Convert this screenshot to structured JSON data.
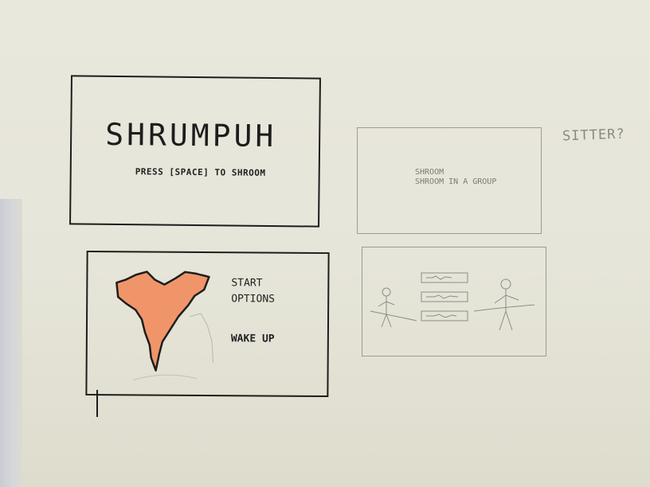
{
  "title_screen": {
    "game_title": "SHRUMPUH",
    "prompt": "PRESS [SPACE] TO SHROOM"
  },
  "main_menu": {
    "items": [
      {
        "label": "START"
      },
      {
        "label": "OPTIONS"
      },
      {
        "label": "WAKE UP"
      }
    ],
    "heart_color": "#f0956a"
  },
  "mode_select": {
    "items": [
      {
        "label": "SHROOM"
      },
      {
        "label": "SHROOM IN A GROUP"
      }
    ]
  },
  "side_note": "SITTER?",
  "group_lobby": {
    "slots": 3,
    "players": 2
  }
}
